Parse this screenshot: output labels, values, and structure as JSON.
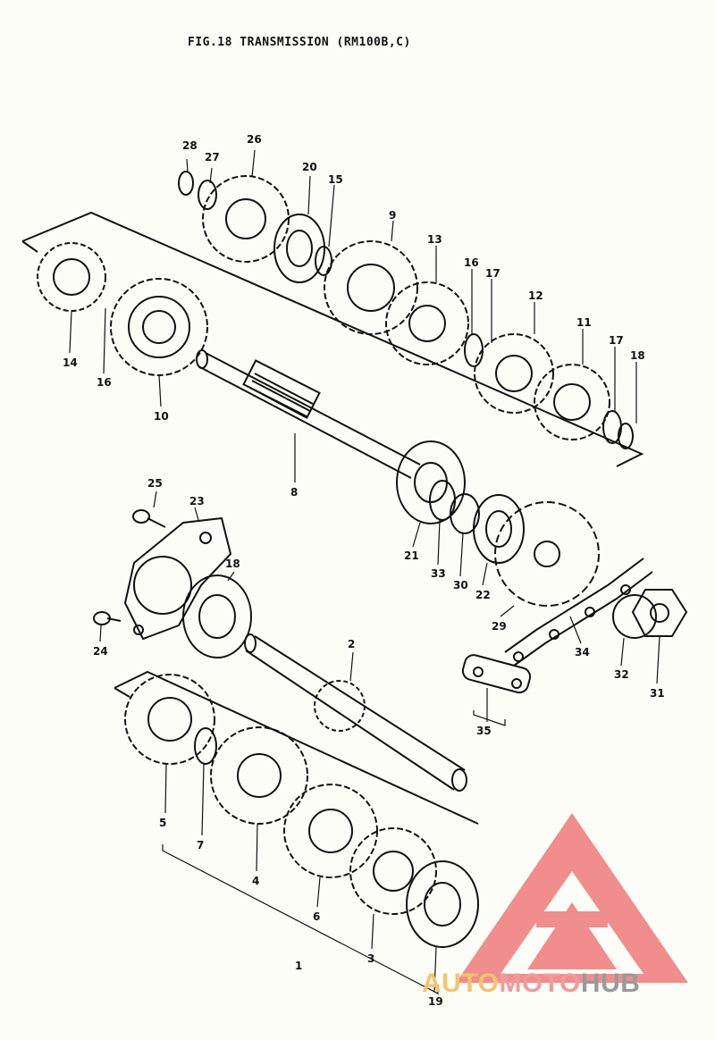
{
  "title": "FIG.18 TRANSMISSION (RM100B,C)",
  "watermark": {
    "part1": "AUTO",
    "part2": "MOTO",
    "part3": "HUB",
    "colors": {
      "logo": "#f07a7a",
      "auto": "#f5c36b",
      "moto": "#f29a9a",
      "hub": "#9a9a9a"
    }
  },
  "callouts": [
    "28",
    "27",
    "26",
    "20",
    "15",
    "9",
    "13",
    "16",
    "17",
    "12",
    "11",
    "17",
    "18",
    "14",
    "16",
    "10",
    "8",
    "21",
    "33",
    "30",
    "22",
    "29",
    "34",
    "32",
    "31",
    "25",
    "23",
    "18",
    "24",
    "2",
    "35",
    "5",
    "7",
    "4",
    "6",
    "3",
    "1",
    "19"
  ],
  "colors": {
    "ink": "#111111",
    "paper": "#fdfdf8"
  }
}
